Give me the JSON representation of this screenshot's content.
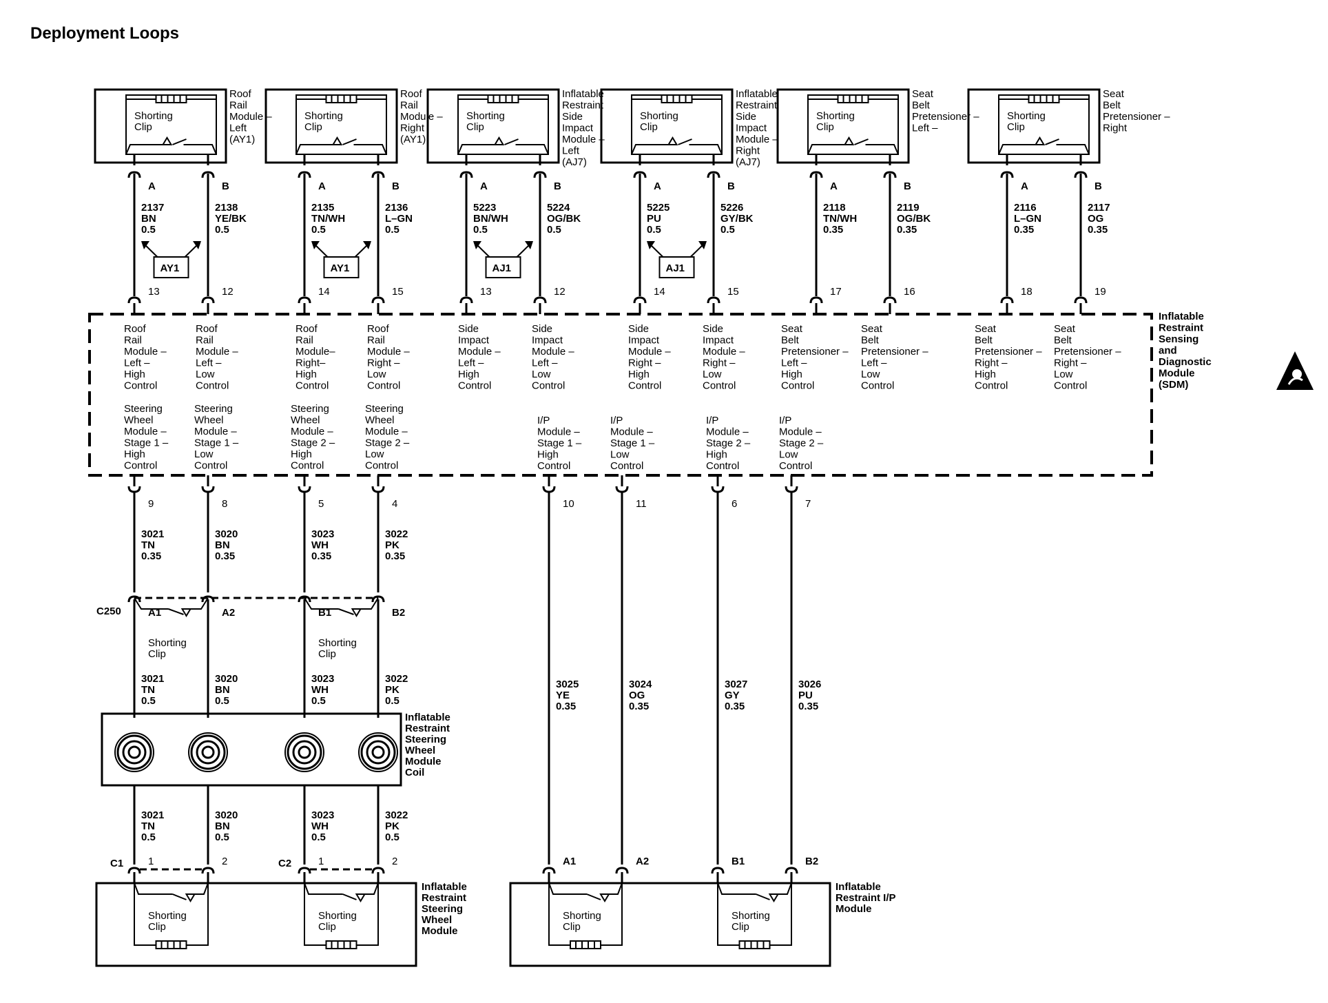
{
  "title": "Deployment Loops",
  "shorting_clip_label": [
    "Shorting",
    "Clip"
  ],
  "top_modules": [
    {
      "name": [
        "Roof",
        "Rail",
        "Module –",
        "Left",
        "(AY1)"
      ],
      "pin_a": "A",
      "pin_b": "B",
      "wire_a": [
        "2137",
        "BN",
        "0.5"
      ],
      "wire_b": [
        "2138",
        "YE/BK",
        "0.5"
      ],
      "connector": "AY1",
      "sdm_pin_a": "13",
      "sdm_pin_b": "12"
    },
    {
      "name": [
        "Roof",
        "Rail",
        "Module –",
        "Right",
        "(AY1)"
      ],
      "pin_a": "A",
      "pin_b": "B",
      "wire_a": [
        "2135",
        "TN/WH",
        "0.5"
      ],
      "wire_b": [
        "2136",
        "L–GN",
        "0.5"
      ],
      "connector": "AY1",
      "sdm_pin_a": "14",
      "sdm_pin_b": "15"
    },
    {
      "name": [
        "Inflatable",
        "Restraint",
        "Side",
        "Impact",
        "Module –",
        "Left",
        "(AJ7)"
      ],
      "pin_a": "A",
      "pin_b": "B",
      "wire_a": [
        "5223",
        "BN/WH",
        "0.5"
      ],
      "wire_b": [
        "5224",
        "OG/BK",
        "0.5"
      ],
      "connector": "AJ1",
      "sdm_pin_a": "13",
      "sdm_pin_b": "12"
    },
    {
      "name": [
        "Inflatable",
        "Restraint",
        "Side",
        "Impact",
        "Module –",
        "Right",
        "(AJ7)"
      ],
      "pin_a": "A",
      "pin_b": "B",
      "wire_a": [
        "5225",
        "PU",
        "0.5"
      ],
      "wire_b": [
        "5226",
        "GY/BK",
        "0.5"
      ],
      "connector": "AJ1",
      "sdm_pin_a": "14",
      "sdm_pin_b": "15"
    },
    {
      "name": [
        "Seat",
        "Belt",
        "Pretensioner –",
        "Left –"
      ],
      "pin_a": "A",
      "pin_b": "B",
      "wire_a": [
        "2118",
        "TN/WH",
        "0.35"
      ],
      "wire_b": [
        "2119",
        "OG/BK",
        "0.35"
      ],
      "connector": "",
      "sdm_pin_a": "17",
      "sdm_pin_b": "16"
    },
    {
      "name": [
        "Seat",
        "Belt",
        "Pretensioner –",
        "Right"
      ],
      "pin_a": "A",
      "pin_b": "B",
      "wire_a": [
        "2116",
        "L–GN",
        "0.35"
      ],
      "wire_b": [
        "2117",
        "OG",
        "0.35"
      ],
      "connector": "",
      "sdm_pin_a": "18",
      "sdm_pin_b": "19"
    }
  ],
  "sdm": {
    "name": [
      "Inflatable",
      "Restraint",
      "Sensing",
      "and",
      "Diagnostic",
      "Module",
      "(SDM)"
    ],
    "upper_labels": [
      [
        "Roof",
        "Rail",
        "Module –",
        "Left –",
        "High",
        "Control"
      ],
      [
        "Roof",
        "Rail",
        "Module –",
        "Left –",
        "Low",
        "Control"
      ],
      [
        "Roof",
        "Rail",
        "Module–",
        "Right–",
        "High",
        "Control"
      ],
      [
        "Roof",
        "Rail",
        "Module –",
        "Right –",
        "Low",
        "Control"
      ],
      [
        "Side",
        "Impact",
        "Module –",
        "Left –",
        "High",
        "Control"
      ],
      [
        "Side",
        "Impact",
        "Module –",
        "Left –",
        "Low",
        "Control"
      ],
      [
        "Side",
        "Impact",
        "Module –",
        "Right –",
        "High",
        "Control"
      ],
      [
        "Side",
        "Impact",
        "Module –",
        "Right –",
        "Low",
        "Control"
      ],
      [
        "Seat",
        "Belt",
        "Pretensioner –",
        "Left –",
        "High",
        "Control"
      ],
      [
        "Seat",
        "Belt",
        "Pretensioner –",
        "Left –",
        "Low",
        "Control"
      ],
      [
        "Seat",
        "Belt",
        "Pretensioner –",
        "Right –",
        "High",
        "Control"
      ],
      [
        "Seat",
        "Belt",
        "Pretensioner –",
        "Right –",
        "Low",
        "Control"
      ]
    ],
    "lower_labels": [
      [
        "Steering",
        "Wheel",
        "Module –",
        "Stage 1 –",
        "High",
        "Control"
      ],
      [
        "Steering",
        "Wheel",
        "Module –",
        "Stage 1 –",
        "Low",
        "Control"
      ],
      [
        "Steering",
        "Wheel",
        "Module –",
        "Stage 2 –",
        "High",
        "Control"
      ],
      [
        "Steering",
        "Wheel",
        "Module –",
        "Stage 2 –",
        "Low",
        "Control"
      ],
      [
        "I/P",
        "Module –",
        "Stage 1 –",
        "High",
        "Control"
      ],
      [
        "I/P",
        "Module –",
        "Stage 1 –",
        "Low",
        "Control"
      ],
      [
        "I/P",
        "Module –",
        "Stage 2 –",
        "High",
        "Control"
      ],
      [
        "I/P",
        "Module –",
        "Stage 2 –",
        "Low",
        "Control"
      ]
    ]
  },
  "steering_circuits": [
    {
      "sdm_pin": "9",
      "upper_wire": [
        "3021",
        "TN",
        "0.35"
      ],
      "c250_pin": "A1",
      "mid_wire": [
        "3021",
        "TN",
        "0.5"
      ],
      "low_wire": [
        "3021",
        "TN",
        "0.5"
      ],
      "module_pin": "1"
    },
    {
      "sdm_pin": "8",
      "upper_wire": [
        "3020",
        "BN",
        "0.35"
      ],
      "c250_pin": "A2",
      "mid_wire": [
        "3020",
        "BN",
        "0.5"
      ],
      "low_wire": [
        "3020",
        "BN",
        "0.5"
      ],
      "module_pin": "2"
    },
    {
      "sdm_pin": "5",
      "upper_wire": [
        "3023",
        "WH",
        "0.35"
      ],
      "c250_pin": "B1",
      "mid_wire": [
        "3023",
        "WH",
        "0.5"
      ],
      "low_wire": [
        "3023",
        "WH",
        "0.5"
      ],
      "module_pin": "1"
    },
    {
      "sdm_pin": "4",
      "upper_wire": [
        "3022",
        "PK",
        "0.35"
      ],
      "c250_pin": "B2",
      "mid_wire": [
        "3022",
        "PK",
        "0.5"
      ],
      "low_wire": [
        "3022",
        "PK",
        "0.5"
      ],
      "module_pin": "2"
    }
  ],
  "connector_c250": "C250",
  "connector_c1": "C1",
  "connector_c2": "C2",
  "coil_name": [
    "Inflatable",
    "Restraint",
    "Steering",
    "Wheel",
    "Module",
    "Coil"
  ],
  "steering_module_name": [
    "Inflatable",
    "Restraint",
    "Steering",
    "Wheel",
    "Module"
  ],
  "ip_circuits": [
    {
      "sdm_pin": "10",
      "wire": [
        "3025",
        "YE",
        "0.35"
      ],
      "module_pin": "A1"
    },
    {
      "sdm_pin": "11",
      "wire": [
        "3024",
        "OG",
        "0.35"
      ],
      "module_pin": "A2"
    },
    {
      "sdm_pin": "6",
      "wire": [
        "3027",
        "GY",
        "0.35"
      ],
      "module_pin": "B1"
    },
    {
      "sdm_pin": "7",
      "wire": [
        "3026",
        "PU",
        "0.35"
      ],
      "module_pin": "B2"
    }
  ],
  "ip_module_name": [
    "Inflatable",
    "Restraint I/P",
    "Module"
  ]
}
